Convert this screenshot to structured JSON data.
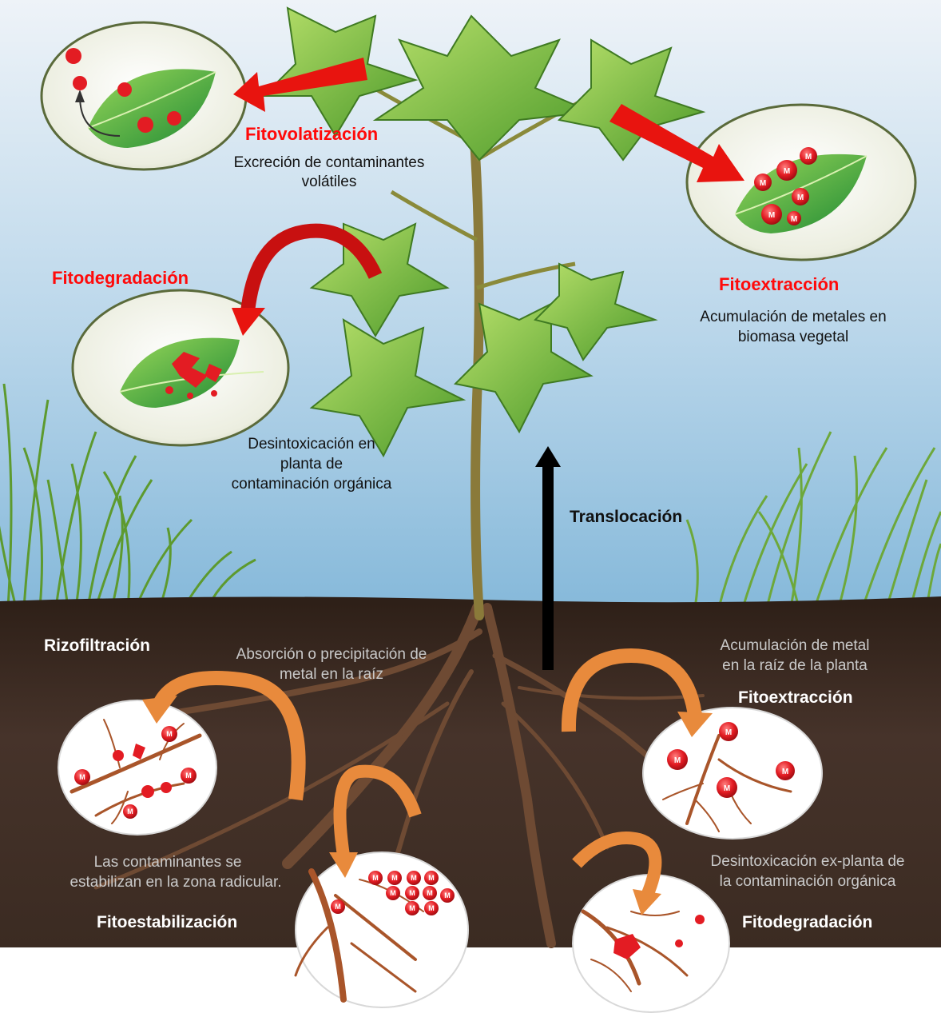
{
  "colors": {
    "sky_top": "#dfeaf3",
    "sky_bottom": "#7fb6d9",
    "soil": "#3a2a20",
    "grass": "#6fa43a",
    "leaf": "#4fa534",
    "red_arrow": "#e8140f",
    "orange_arrow": "#e88a3c",
    "contaminant_red": "#e31c23",
    "root_brown": "#a9552a",
    "bubble_fill": "#eef0e2",
    "title_red": "#ff0a0a"
  },
  "icons": {
    "metal_marker": "M"
  },
  "labels": {
    "fitovolatizacion": {
      "title": "Fitovolatización",
      "desc_line1": "Excreción de contaminantes",
      "desc_line2": "volátiles"
    },
    "fitoextraccion_top": {
      "title": "Fitoextracción",
      "desc_line1": "Acumulación de metales en",
      "desc_line2": "biomasa vegetal"
    },
    "fitodegradacion_top": {
      "title": "Fitodegradación",
      "desc_line1": "Desintoxicación en",
      "desc_line2": "planta de",
      "desc_line3": "contaminación orgánica"
    },
    "translocacion": {
      "title": "Translocación"
    },
    "rizofiltracion": {
      "title": "Rizofiltración",
      "desc_line1": "Absorción o precipitación de",
      "desc_line2": "metal en la raíz"
    },
    "fitoextraccion_root": {
      "title": "Fitoextracción",
      "desc_line1": "Acumulación de metal",
      "desc_line2": "en la raíz de la planta"
    },
    "fitoestabilizacion": {
      "title": "Fitoestabilización",
      "desc_line1": "Las contaminantes se",
      "desc_line2": "estabilizan en la zona radicular."
    },
    "fitodegradacion_root": {
      "title": "Fitodegradación",
      "desc_line1": "Desintoxicación ex-planta de",
      "desc_line2": "la contaminación orgánica"
    }
  }
}
